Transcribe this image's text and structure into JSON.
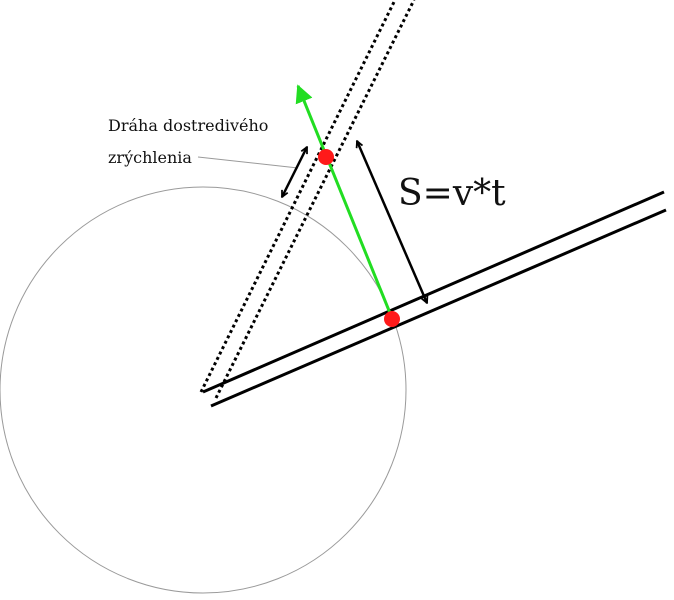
{
  "labels": {
    "path_label_line1": "Dráha dostredivého",
    "path_label_line2": "zrýchlenia",
    "distance_formula": "S=v*t"
  },
  "colors": {
    "background": "#ffffff",
    "circle_stroke": "#9a9a9a",
    "line_stroke": "#000000",
    "velocity_vector": "#22dd22",
    "point_fill": "#ff1a1a"
  }
}
